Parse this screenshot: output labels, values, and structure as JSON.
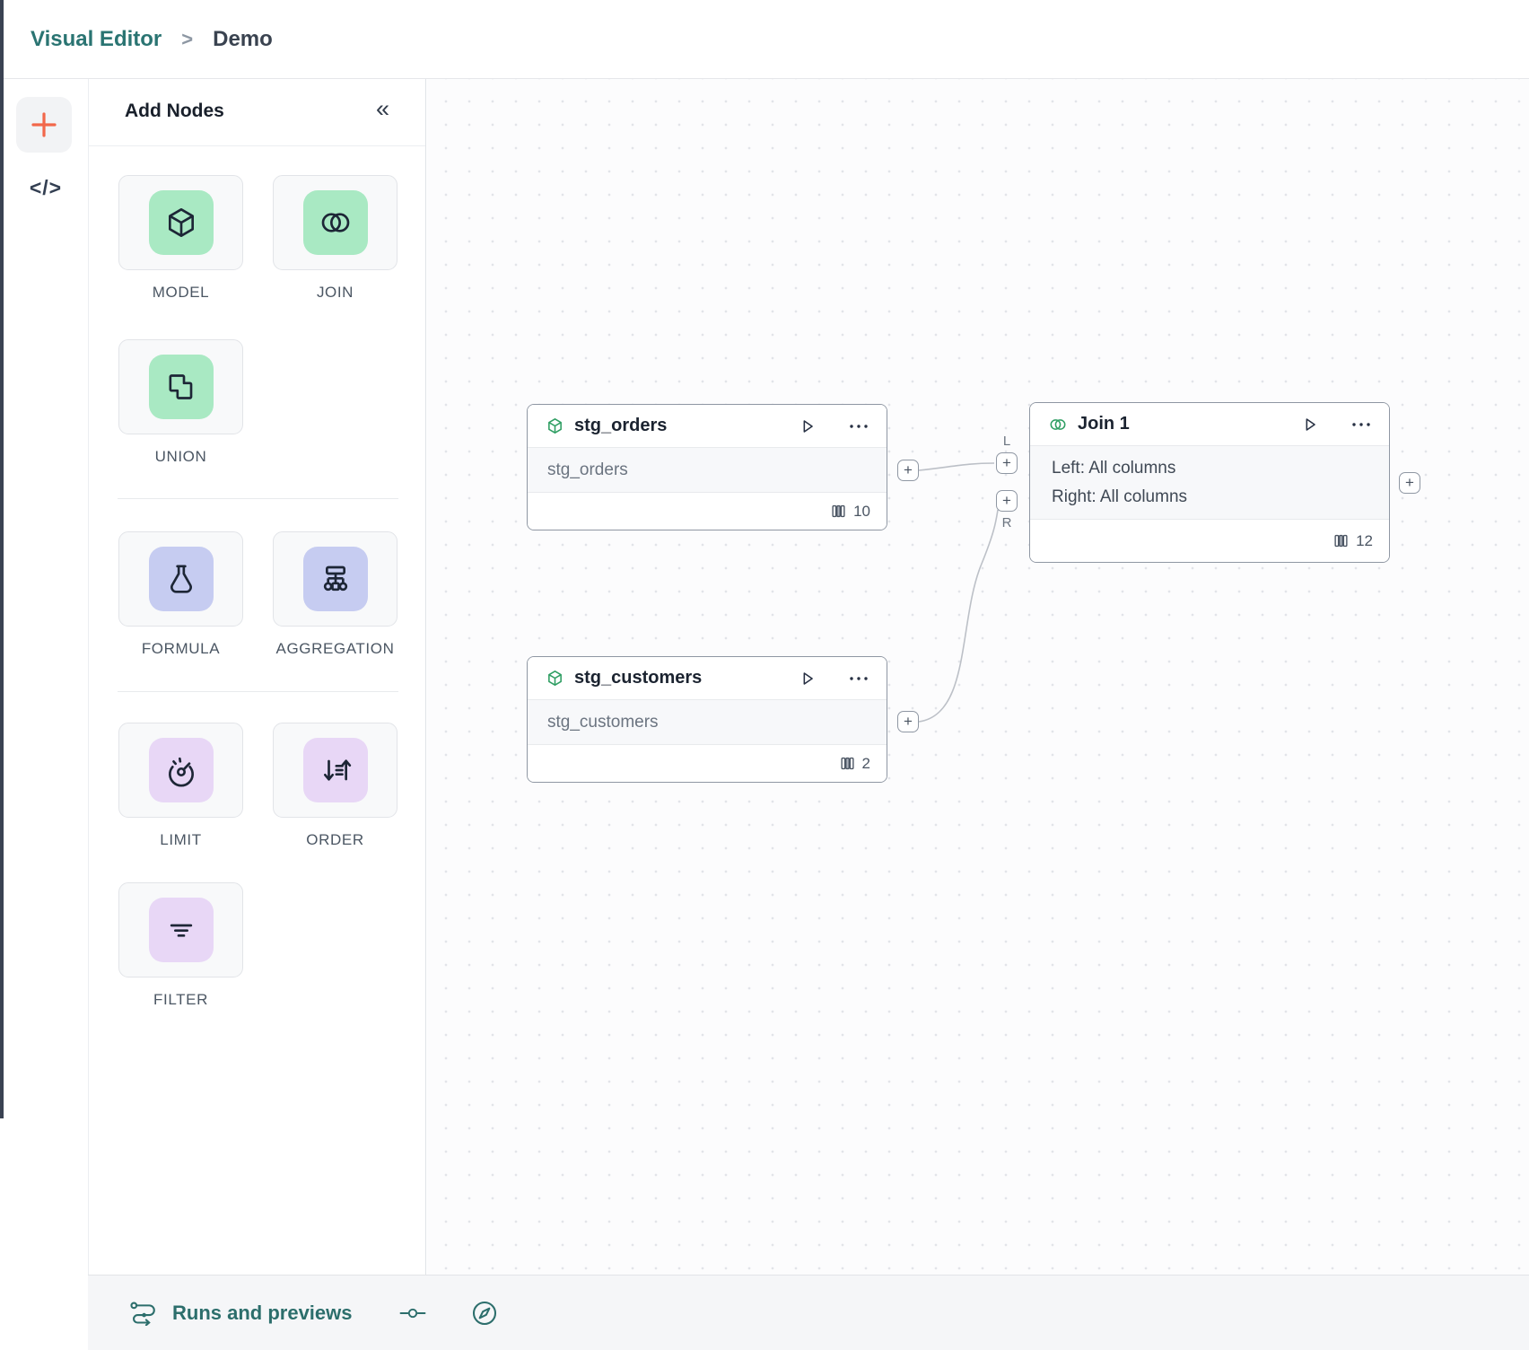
{
  "header": {
    "breadcrumb_root": "Visual Editor",
    "breadcrumb_separator": ">",
    "breadcrumb_current": "Demo"
  },
  "left_rail": {
    "add_label": "+",
    "code_label": "</>"
  },
  "palette": {
    "title": "Add Nodes",
    "collapse_label": "«",
    "groups": [
      {
        "items": [
          {
            "label": "MODEL",
            "icon": "cube-icon",
            "tile_color": "green"
          },
          {
            "label": "JOIN",
            "icon": "join-circles-icon",
            "tile_color": "green"
          },
          {
            "label": "UNION",
            "icon": "union-shapes-icon",
            "tile_color": "green"
          }
        ]
      },
      {
        "items": [
          {
            "label": "FORMULA",
            "icon": "flask-icon",
            "tile_color": "blue"
          },
          {
            "label": "AGGREGATION",
            "icon": "sitemap-icon",
            "tile_color": "blue"
          }
        ]
      },
      {
        "items": [
          {
            "label": "LIMIT",
            "icon": "gauge-icon",
            "tile_color": "purple"
          },
          {
            "label": "ORDER",
            "icon": "sort-arrows-icon",
            "tile_color": "purple"
          },
          {
            "label": "FILTER",
            "icon": "filter-lines-icon",
            "tile_color": "purple"
          }
        ]
      }
    ]
  },
  "canvas": {
    "handle_plus": "+",
    "nodes": [
      {
        "title": "stg_orders",
        "description": "stg_orders",
        "column_count": "10",
        "type_icon": "model-cube-icon"
      },
      {
        "title": "stg_customers",
        "description": "stg_customers",
        "column_count": "2",
        "type_icon": "model-cube-icon"
      },
      {
        "title": "Join 1",
        "left_line": "Left: All columns",
        "right_line": "Right: All columns",
        "column_count": "12",
        "left_port_label": "L",
        "right_port_label": "R",
        "type_icon": "join-circles-icon"
      }
    ]
  },
  "bottom_bar": {
    "runs_label": "Runs and previews",
    "icons": [
      "route-runs-icon",
      "commit-icon",
      "compass-icon"
    ]
  },
  "colors": {
    "brand_teal": "#2a7472",
    "accent_orange": "#f2674a",
    "tile_green": "#a9e9c3",
    "tile_blue": "#c6ccf1",
    "tile_purple": "#e8d7f6",
    "node_icon_green": "#2f9e63"
  }
}
